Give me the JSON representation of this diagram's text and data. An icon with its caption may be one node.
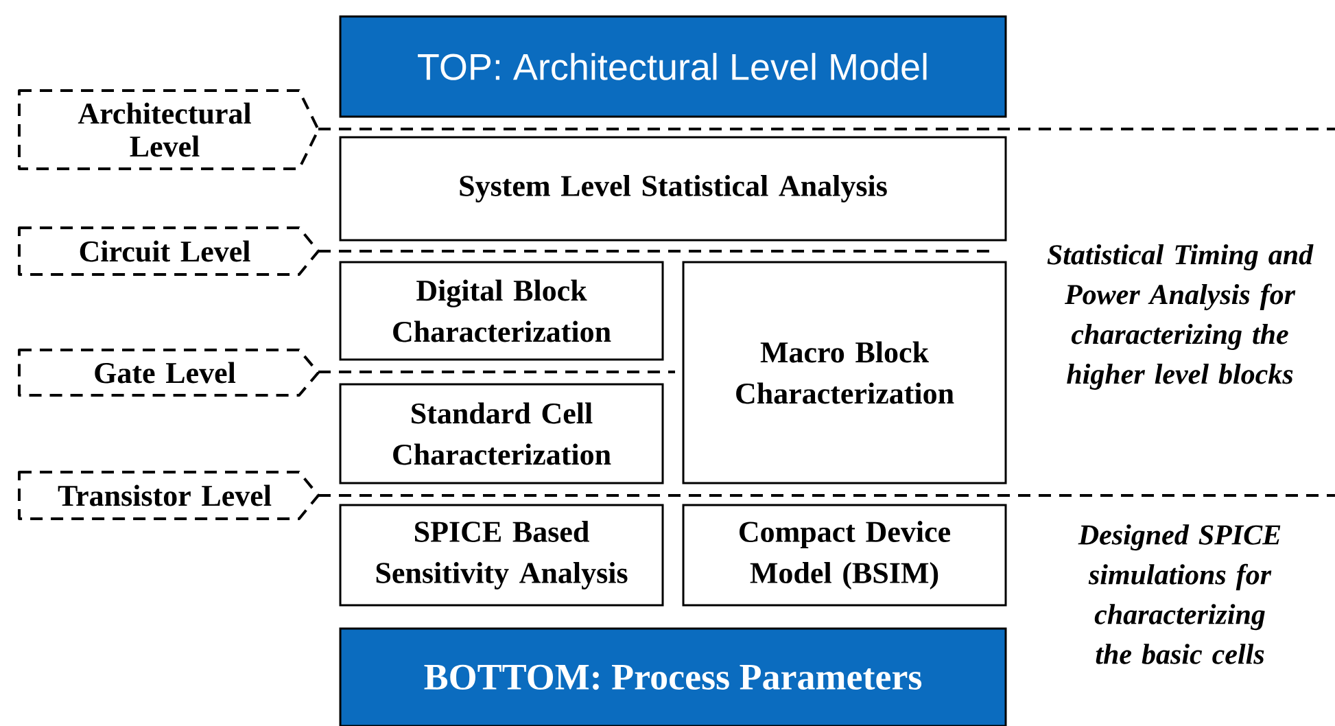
{
  "diagram": {
    "nodes": [
      {
        "text": [
          "TOP: Architectural Level Model"
        ]
      },
      {
        "text": [
          "System Level Statistical Analysis"
        ]
      },
      {
        "text": [
          "Digital Block Characterization"
        ]
      },
      {
        "text": [
          "Macro Block Characterization"
        ]
      },
      {
        "text": [
          "Standard Cell Characterization"
        ]
      },
      {
        "text": [
          "SPICE Based Sensitivity Analysis"
        ]
      },
      {
        "text": [
          "Compact Device Model (BSIM)"
        ]
      },
      {
        "text": [
          "BOTTOM: Process Parameters"
        ]
      },
      {
        "text": [
          "Architectural Level"
        ]
      },
      {
        "text": [
          "Circuit Level"
        ]
      },
      {
        "text": [
          "Gate Level"
        ]
      },
      {
        "text": [
          "Transistor Level"
        ]
      }
    ],
    "edges": [],
    "labels": [
      "Statistical Timing and Power Analysis for characterizing the higher level blocks",
      "Designed SPICE simulations for characterizing the basic cells"
    ]
  }
}
